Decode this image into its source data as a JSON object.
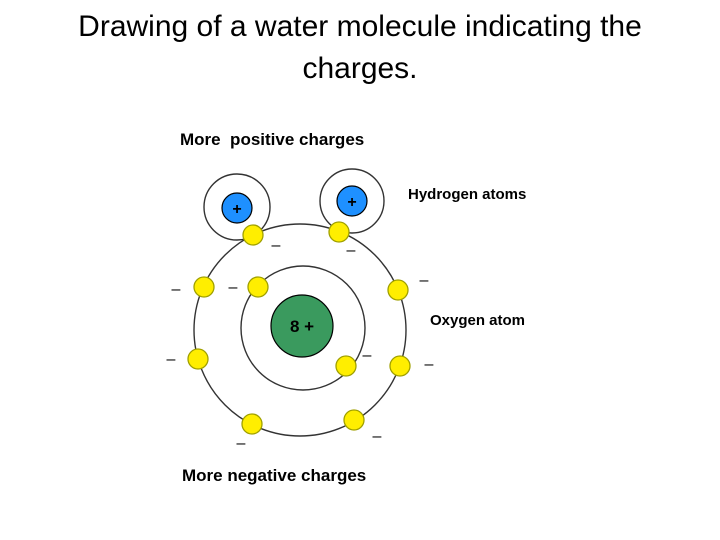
{
  "slide": {
    "title": "Drawing of a water molecule indicating the charges."
  },
  "diagram": {
    "top_label": "More  positive charges",
    "bottom_label": "More negative charges",
    "hydrogen_label": "Hydrogen atoms",
    "oxygen_label": "Oxygen atom",
    "nucleus_label": "8 +",
    "proton_symbol": "+",
    "electron_symbol": "–"
  },
  "colors": {
    "proton": "#1e90ff",
    "nucleus": "#3a9a5e",
    "electron": "#ffee00",
    "electron_stroke": "#a0a000",
    "orbit": "#333333"
  }
}
